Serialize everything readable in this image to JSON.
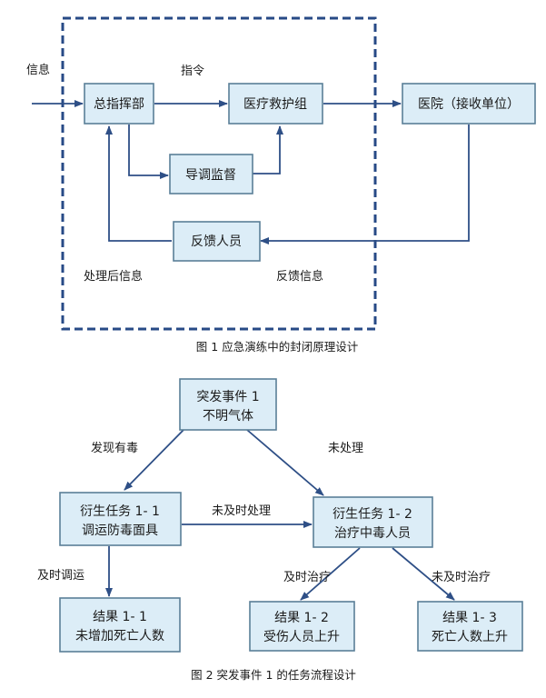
{
  "figure1": {
    "caption": "图 1  应急演练中的封闭原理设计",
    "nodes": {
      "hq": "总指挥部",
      "medical": "医疗救护组",
      "hospital": "医院（接收单位）",
      "supervise": "导调监督",
      "feedback": "反馈人员"
    },
    "labels": {
      "info": "信息",
      "command": "指令",
      "processed_info": "处理后信息",
      "feedback_info": "反馈信息"
    }
  },
  "figure2": {
    "caption": "图 2 突发事件 1 的任务流程设计",
    "nodes": {
      "event": [
        "突发事件 1",
        "不明气体"
      ],
      "task1": [
        "衍生任务 1- 1",
        "调运防毒面具"
      ],
      "task2": [
        "衍生任务 1- 2",
        "治疗中毒人员"
      ],
      "result1": [
        "结果 1- 1",
        "未增加死亡人数"
      ],
      "result2": [
        "结果 1- 2",
        "受伤人员上升"
      ],
      "result3": [
        "结果 1- 3",
        "死亡人数上升"
      ]
    },
    "labels": {
      "found_toxic": "发现有毒",
      "not_handled": "未处理",
      "not_timely": "未及时处理",
      "timely_transport": "及时调运",
      "timely_treat": "及时治疗",
      "not_timely_treat": "未及时治疗"
    }
  }
}
